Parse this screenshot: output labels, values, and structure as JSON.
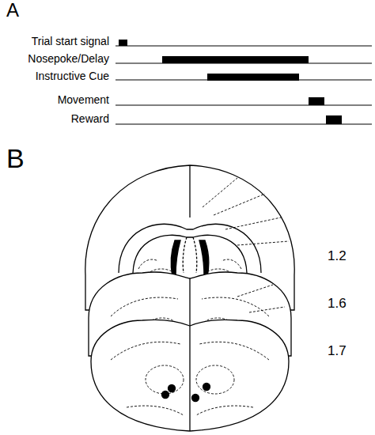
{
  "diagram": {
    "labels": [
      "A",
      "Trial start signal",
      "Nosepoke/Delay",
      "Instructive Cue",
      "Movement",
      "Reward",
      "B",
      "1.2",
      "1.6",
      "1.7"
    ]
  }
}
